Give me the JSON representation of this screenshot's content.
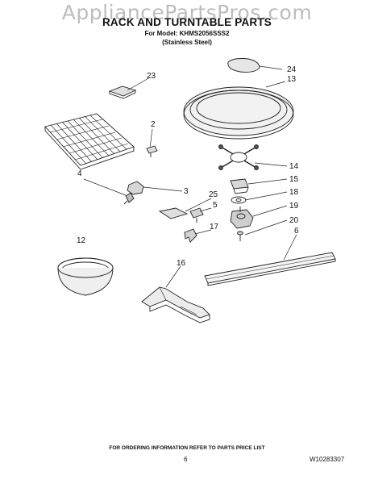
{
  "watermark": "AppliancePartsPros.com",
  "header": {
    "title": "RACK AND TURNTABLE PARTS",
    "model_line": "For Model: KHMS2056SSS2",
    "finish_line": "(Stainless Steel)"
  },
  "callouts": {
    "c23": "23",
    "c24": "24",
    "c13": "13",
    "c2": "2",
    "c4": "4",
    "c3": "3",
    "c14": "14",
    "c15": "15",
    "c25": "25",
    "c5": "5",
    "c18": "18",
    "c19": "19",
    "c20": "20",
    "c17": "17",
    "c6": "6",
    "c12": "12",
    "c16": "16"
  },
  "footer": {
    "note": "FOR ORDERING INFORMATION REFER TO PARTS PRICE LIST",
    "page": "6",
    "doc_number": "W10283307"
  }
}
